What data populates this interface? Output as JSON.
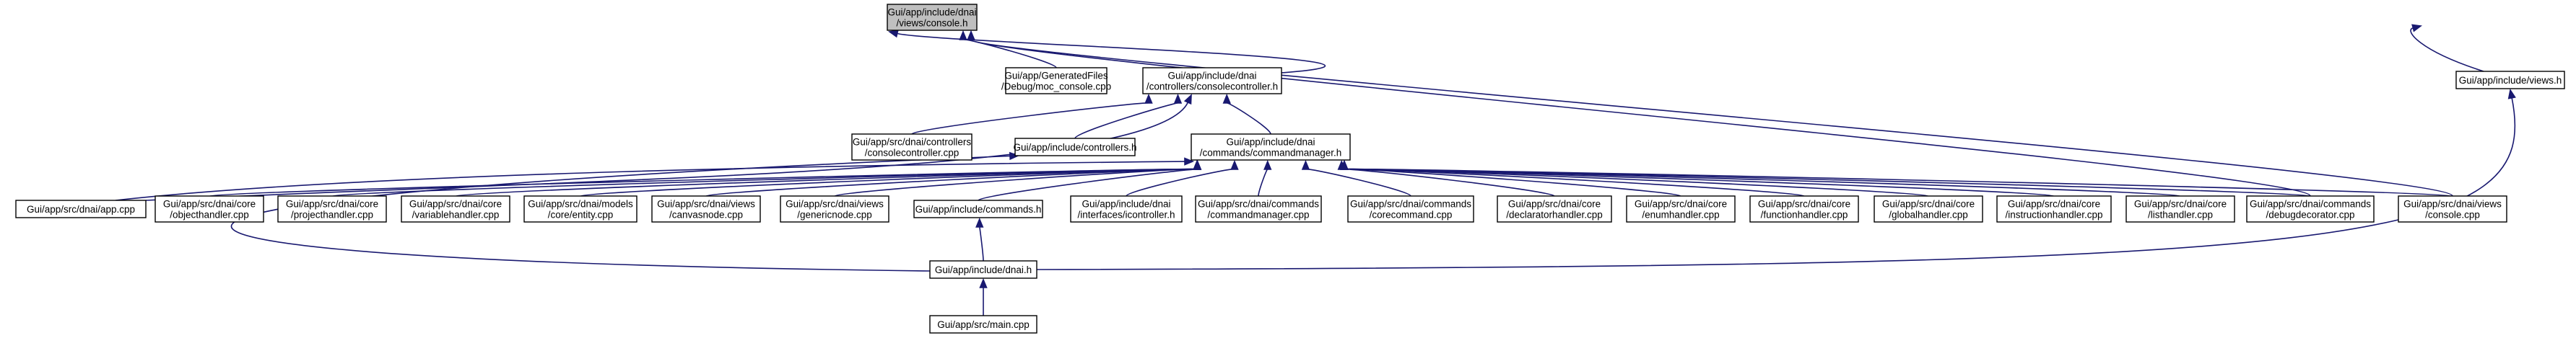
{
  "nodes": [
    {
      "id": "console_h",
      "lines": [
        "Gui/app/include/dnai",
        "/views/console.h"
      ]
    },
    {
      "id": "moc_console",
      "lines": [
        "Gui/app/GeneratedFiles",
        "/Debug/moc_console.cpp"
      ]
    },
    {
      "id": "consolecontroller_h",
      "lines": [
        "Gui/app/include/dnai",
        "/controllers/consolecontroller.h"
      ]
    },
    {
      "id": "views_h",
      "lines": [
        "Gui/app/include/views.h"
      ]
    },
    {
      "id": "consolecontroller_cpp",
      "lines": [
        "Gui/app/src/dnai/controllers",
        "/consolecontroller.cpp"
      ]
    },
    {
      "id": "controllers_h",
      "lines": [
        "Gui/app/include/controllers.h"
      ]
    },
    {
      "id": "commandmanager_h",
      "lines": [
        "Gui/app/include/dnai",
        "/commands/commandmanager.h"
      ]
    },
    {
      "id": "app_cpp",
      "lines": [
        "Gui/app/src/dnai/app.cpp"
      ]
    },
    {
      "id": "objecthandler_cpp",
      "lines": [
        "Gui/app/src/dnai/core",
        "/objecthandler.cpp"
      ]
    },
    {
      "id": "projecthandler_cpp",
      "lines": [
        "Gui/app/src/dnai/core",
        "/projecthandler.cpp"
      ]
    },
    {
      "id": "variablehandler_cpp",
      "lines": [
        "Gui/app/src/dnai/core",
        "/variablehandler.cpp"
      ]
    },
    {
      "id": "entity_cpp",
      "lines": [
        "Gui/app/src/dnai/models",
        "/core/entity.cpp"
      ]
    },
    {
      "id": "canvasnode_cpp",
      "lines": [
        "Gui/app/src/dnai/views",
        "/canvasnode.cpp"
      ]
    },
    {
      "id": "genericnode_cpp",
      "lines": [
        "Gui/app/src/dnai/views",
        "/genericnode.cpp"
      ]
    },
    {
      "id": "commands_h",
      "lines": [
        "Gui/app/include/commands.h"
      ]
    },
    {
      "id": "icontroller_h",
      "lines": [
        "Gui/app/include/dnai",
        "/interfaces/icontroller.h"
      ]
    },
    {
      "id": "commandmanager_cpp",
      "lines": [
        "Gui/app/src/dnai/commands",
        "/commandmanager.cpp"
      ]
    },
    {
      "id": "corecommand_cpp",
      "lines": [
        "Gui/app/src/dnai/commands",
        "/corecommand.cpp"
      ]
    },
    {
      "id": "declaratorhandler_cpp",
      "lines": [
        "Gui/app/src/dnai/core",
        "/declaratorhandler.cpp"
      ]
    },
    {
      "id": "enumhandler_cpp",
      "lines": [
        "Gui/app/src/dnai/core",
        "/enumhandler.cpp"
      ]
    },
    {
      "id": "functionhandler_cpp",
      "lines": [
        "Gui/app/src/dnai/core",
        "/functionhandler.cpp"
      ]
    },
    {
      "id": "globalhandler_cpp",
      "lines": [
        "Gui/app/src/dnai/core",
        "/globalhandler.cpp"
      ]
    },
    {
      "id": "instructionhandler_cpp",
      "lines": [
        "Gui/app/src/dnai/core",
        "/instructionhandler.cpp"
      ]
    },
    {
      "id": "listhandler_cpp",
      "lines": [
        "Gui/app/src/dnai/core",
        "/listhandler.cpp"
      ]
    },
    {
      "id": "debugdecorator_cpp",
      "lines": [
        "Gui/app/src/dnai/commands",
        "/debugdecorator.cpp"
      ]
    },
    {
      "id": "console_cpp",
      "lines": [
        "Gui/app/src/dnai/views",
        "/console.cpp"
      ]
    },
    {
      "id": "dnai_h",
      "lines": [
        "Gui/app/include/dnai.h"
      ]
    },
    {
      "id": "main_cpp",
      "lines": [
        "Gui/app/src/main.cpp"
      ]
    }
  ],
  "edges": [
    {
      "from": "moc_console",
      "to": "console_h"
    },
    {
      "from": "consolecontroller_h",
      "to": "console_h"
    },
    {
      "from": "views_h",
      "to": "console_h"
    },
    {
      "from": "debugdecorator_cpp",
      "to": "console_h"
    },
    {
      "from": "console_cpp",
      "to": "console_h"
    },
    {
      "from": "consolecontroller_cpp",
      "to": "consolecontroller_h"
    },
    {
      "from": "controllers_h",
      "to": "consolecontroller_h"
    },
    {
      "from": "commandmanager_h",
      "to": "consolecontroller_h"
    },
    {
      "from": "app_cpp",
      "to": "consolecontroller_h"
    },
    {
      "from": "dnai_h",
      "to": "views_h"
    },
    {
      "from": "dnai_h",
      "to": "controllers_h"
    },
    {
      "from": "app_cpp",
      "to": "commandmanager_h"
    },
    {
      "from": "objecthandler_cpp",
      "to": "commandmanager_h"
    },
    {
      "from": "projecthandler_cpp",
      "to": "commandmanager_h"
    },
    {
      "from": "variablehandler_cpp",
      "to": "commandmanager_h"
    },
    {
      "from": "entity_cpp",
      "to": "commandmanager_h"
    },
    {
      "from": "canvasnode_cpp",
      "to": "commandmanager_h"
    },
    {
      "from": "genericnode_cpp",
      "to": "commandmanager_h"
    },
    {
      "from": "commands_h",
      "to": "commandmanager_h"
    },
    {
      "from": "icontroller_h",
      "to": "commandmanager_h"
    },
    {
      "from": "commandmanager_cpp",
      "to": "commandmanager_h"
    },
    {
      "from": "corecommand_cpp",
      "to": "commandmanager_h"
    },
    {
      "from": "declaratorhandler_cpp",
      "to": "commandmanager_h"
    },
    {
      "from": "enumhandler_cpp",
      "to": "commandmanager_h"
    },
    {
      "from": "functionhandler_cpp",
      "to": "commandmanager_h"
    },
    {
      "from": "globalhandler_cpp",
      "to": "commandmanager_h"
    },
    {
      "from": "instructionhandler_cpp",
      "to": "commandmanager_h"
    },
    {
      "from": "listhandler_cpp",
      "to": "commandmanager_h"
    },
    {
      "from": "debugdecorator_cpp",
      "to": "commandmanager_h"
    },
    {
      "from": "console_cpp",
      "to": "commandmanager_h"
    },
    {
      "from": "dnai_h",
      "to": "commands_h"
    },
    {
      "from": "main_cpp",
      "to": "dnai_h"
    }
  ]
}
